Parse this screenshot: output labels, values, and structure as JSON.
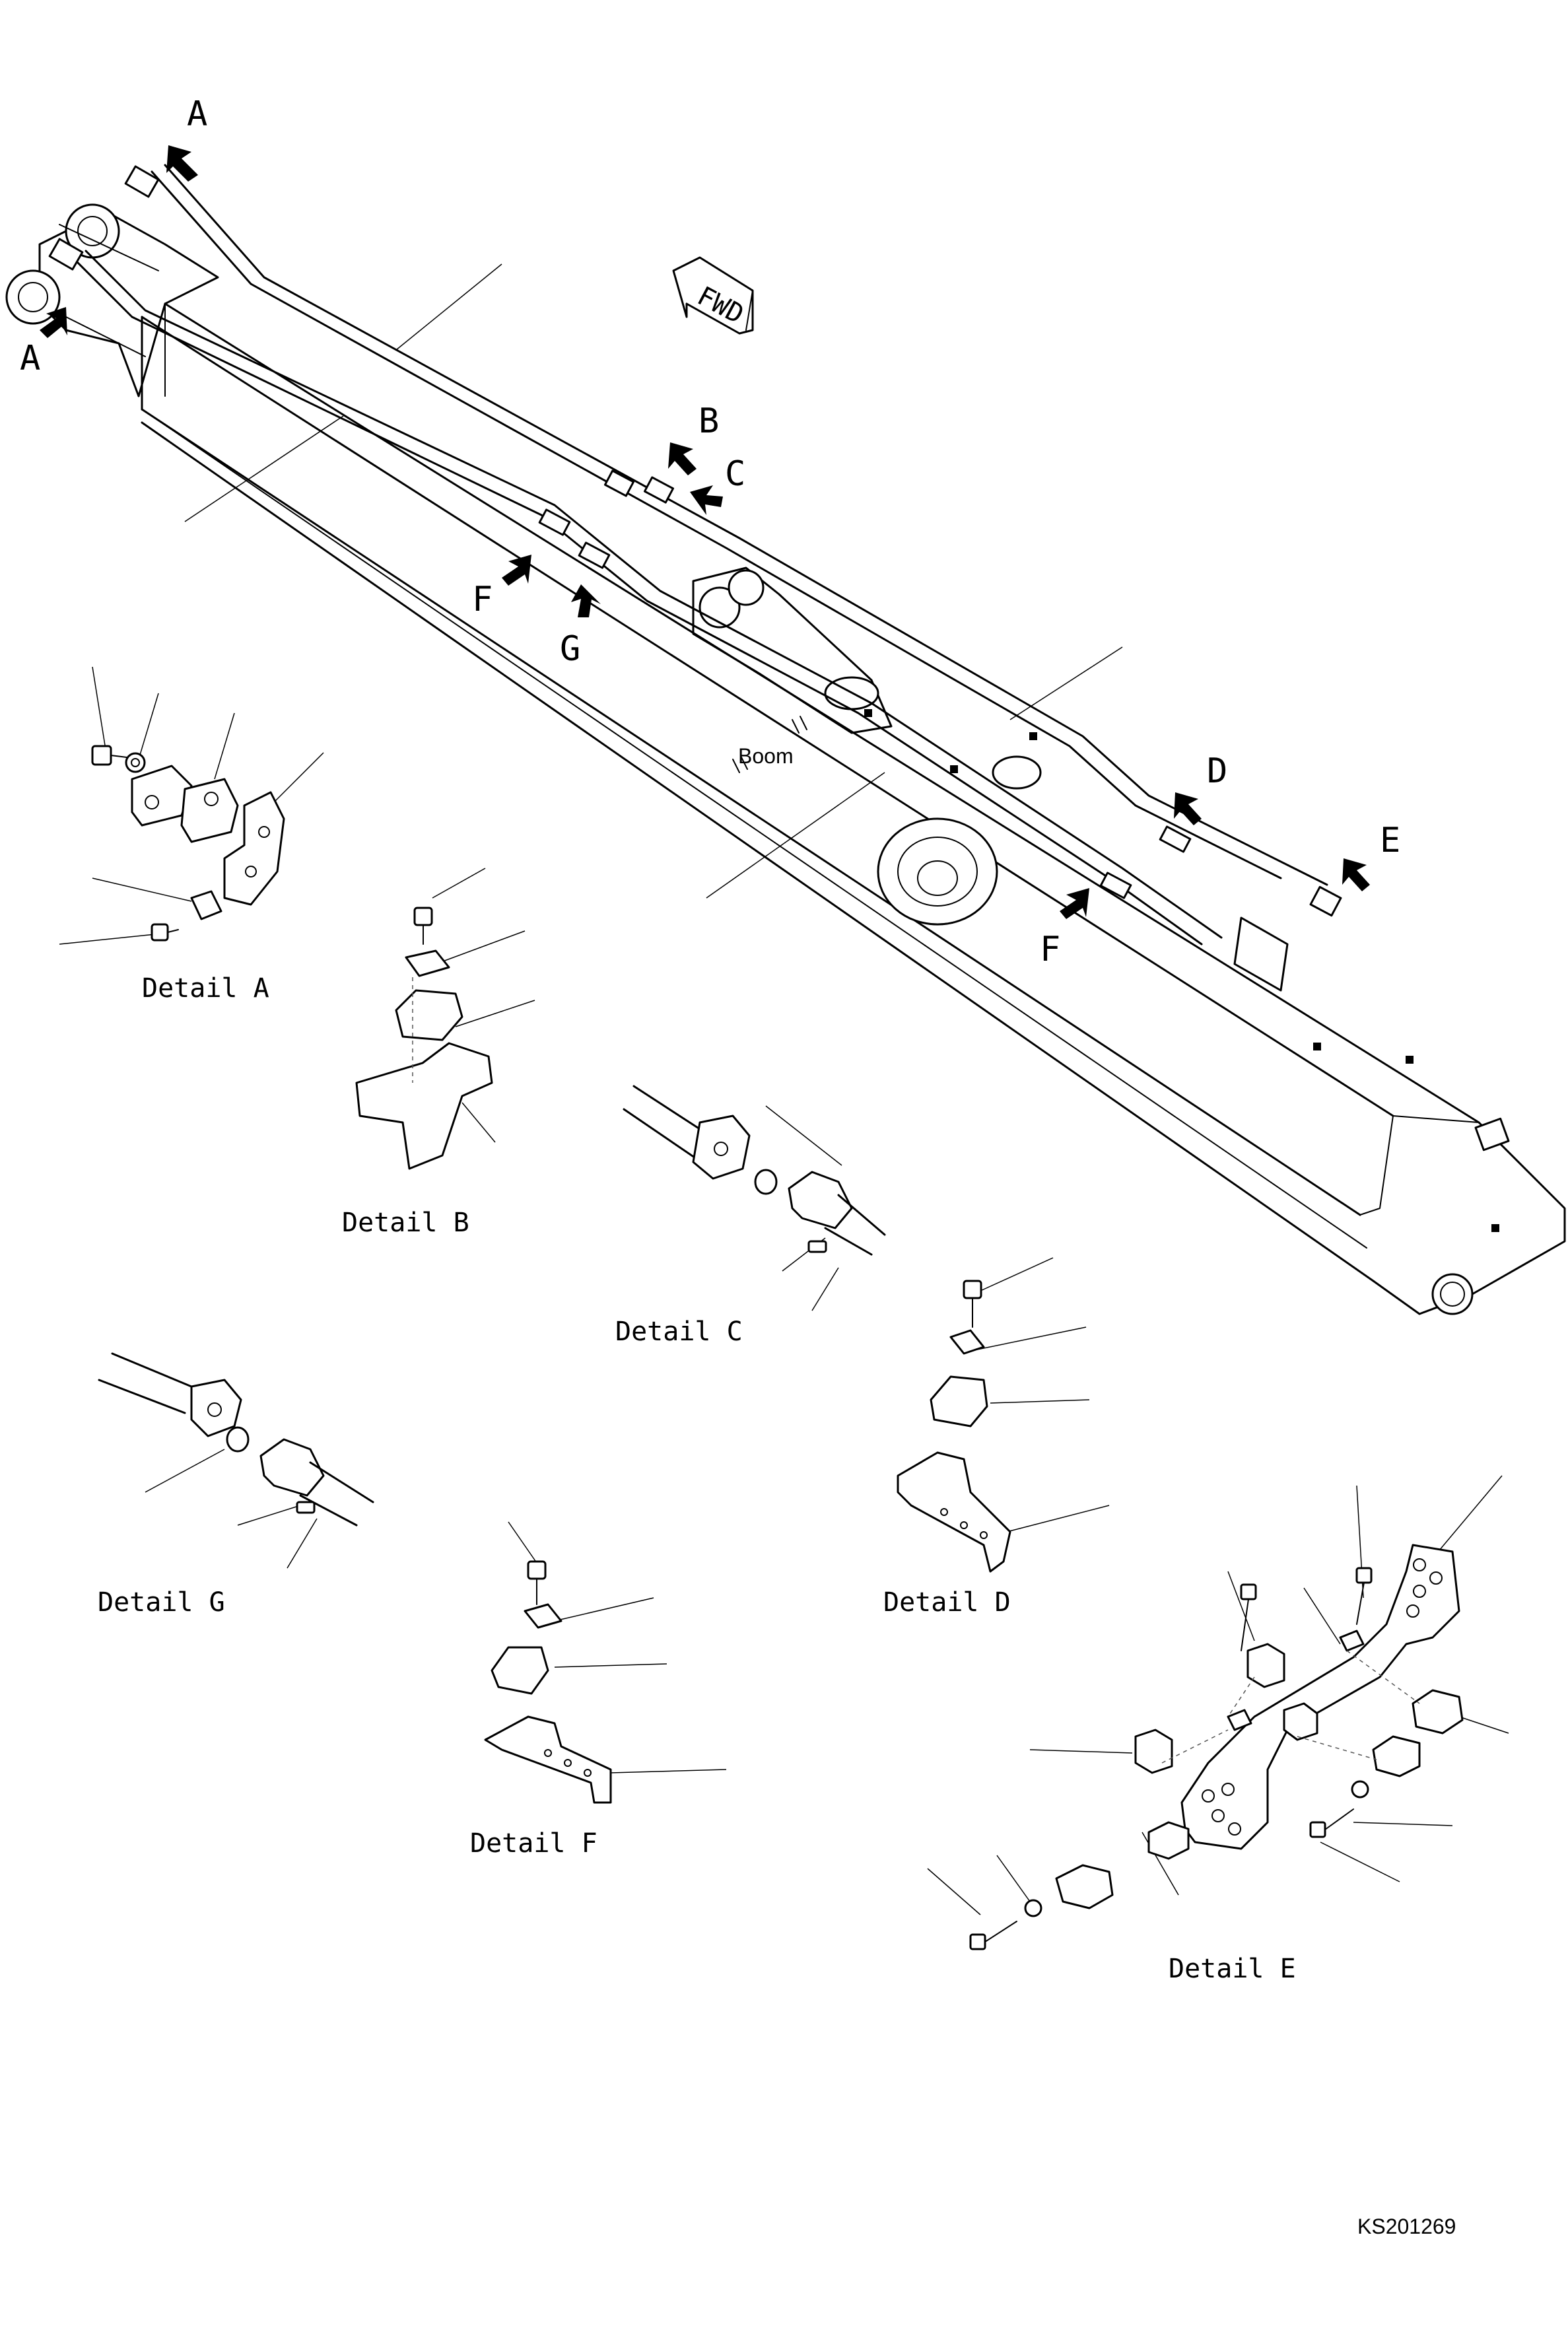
{
  "title_boom": "Boom",
  "fwd_label": "FWD",
  "drawing_code": "KS201269",
  "callouts": {
    "a_top": "A",
    "a_left": "A",
    "b": "B",
    "c": "C",
    "d": "D",
    "e": "E",
    "f_left": "F",
    "f_right": "F",
    "g": "G"
  },
  "details": {
    "a": "Detail A",
    "b": "Detail B",
    "c": "Detail C",
    "d": "Detail D",
    "e": "Detail E",
    "f": "Detail F",
    "g": "Detail G"
  }
}
